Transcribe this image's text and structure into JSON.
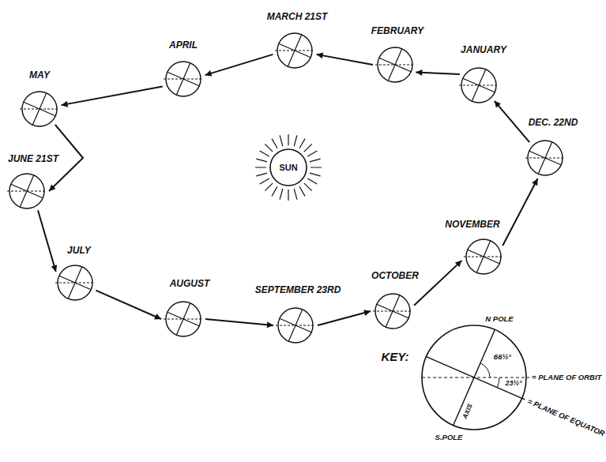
{
  "diagram": {
    "nodes": [
      {
        "text": [
          "JANUARY"
        ]
      },
      {
        "text": [
          "FEBRUARY"
        ]
      },
      {
        "text": [
          "MARCH 21ST"
        ]
      },
      {
        "text": [
          "APRIL"
        ]
      },
      {
        "text": [
          "MAY"
        ]
      },
      {
        "text": [
          "JUNE 21ST"
        ]
      },
      {
        "text": [
          "JULY"
        ]
      },
      {
        "text": [
          "AUGUST"
        ]
      },
      {
        "text": [
          "SEPTEMBER 23RD"
        ]
      },
      {
        "text": [
          "OCTOBER"
        ]
      },
      {
        "text": [
          "NOVEMBER"
        ]
      },
      {
        "text": [
          "DEC. 22ND"
        ]
      },
      {
        "text": [
          "SUN"
        ]
      }
    ],
    "edges": [
      {
        "from": 11,
        "to": 0,
        "arrow": "to"
      },
      {
        "from": 0,
        "to": 1,
        "arrow": "to"
      },
      {
        "from": 1,
        "to": 2,
        "arrow": "to"
      },
      {
        "from": 2,
        "to": 3,
        "arrow": "to"
      },
      {
        "from": 3,
        "to": 4,
        "arrow": "to"
      },
      {
        "from": 4,
        "to": 5,
        "arrow": "to"
      },
      {
        "from": 5,
        "to": 6,
        "arrow": "to"
      },
      {
        "from": 6,
        "to": 7,
        "arrow": "to"
      },
      {
        "from": 7,
        "to": 8,
        "arrow": "to"
      },
      {
        "from": 8,
        "to": 9,
        "arrow": "to"
      },
      {
        "from": 9,
        "to": 10,
        "arrow": "to"
      },
      {
        "from": 10,
        "to": 11,
        "arrow": "to"
      }
    ],
    "labels": [
      "KEY:",
      "N POLE",
      "66½°",
      "23½°",
      "= PLANE OF ORBIT",
      "= PLANE OF EQUATOR",
      "AXIS",
      "S.POLE"
    ]
  }
}
